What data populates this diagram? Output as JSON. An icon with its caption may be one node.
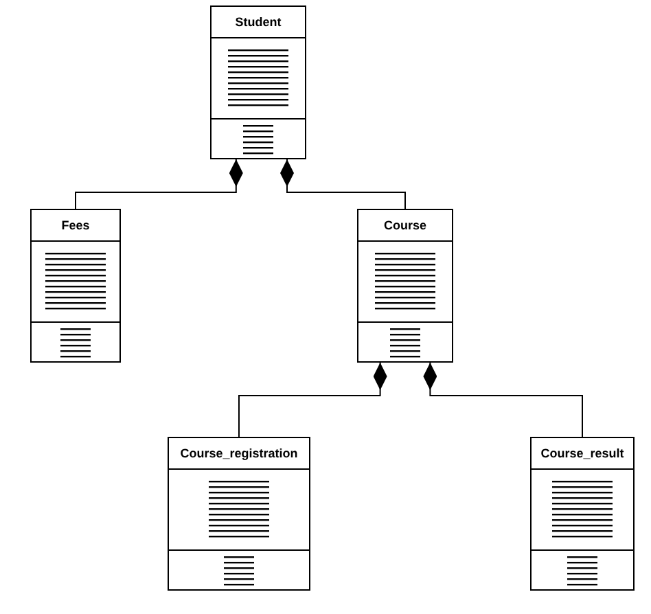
{
  "diagram": {
    "nodes": [
      {
        "text": [
          "Student"
        ]
      },
      {
        "text": [
          "Fees"
        ]
      },
      {
        "text": [
          "Course"
        ]
      },
      {
        "text": [
          "Course_registration"
        ]
      },
      {
        "text": [
          "Course_result"
        ]
      }
    ],
    "edges": [
      {
        "from": 0,
        "to": 1,
        "arrow": "other"
      },
      {
        "from": 0,
        "to": 2,
        "arrow": "other"
      },
      {
        "from": 2,
        "to": 3,
        "arrow": "other"
      },
      {
        "from": 2,
        "to": 4,
        "arrow": "other"
      }
    ]
  }
}
